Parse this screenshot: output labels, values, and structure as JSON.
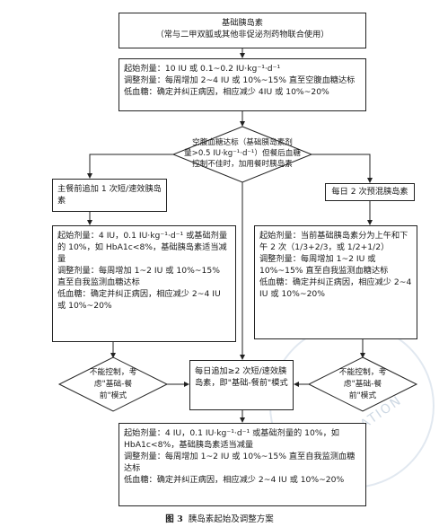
{
  "top_box": {
    "title": "基础胰岛素",
    "subtitle": "（常与二甲双胍或其他非促泌剂药物联合使用）"
  },
  "dose_box": {
    "lines": [
      "起始剂量：10 IU 或 0.1~0.2 IU·kg⁻¹·d⁻¹",
      "调整剂量：每周增加 2~4 IU 或 10%~15% 直至空腹血糖达标",
      "低血糖：确定并纠正病因，相应减少 4IU 或 10%~20%"
    ]
  },
  "decision_diamond": {
    "lines": [
      "空腹血糖达标（基础胰岛素剂",
      "量>0.5 IU·kg⁻¹·d⁻¹）但餐后血糖",
      "控制不佳时，加用餐时胰岛素"
    ]
  },
  "left_option": {
    "text": "主餐前追加 1 次短/速效胰岛素"
  },
  "right_option": {
    "text": "每日 2 次预混胰岛素"
  },
  "left_detail": {
    "lines": [
      "起始剂量：4 IU，0.1 IU·kg⁻¹·d⁻¹ 或基础剂量的 10%，如 HbA1c<8%，基础胰岛素适当减量",
      "调整剂量：每周增加 1~2 IU 或 10%~15% 直至自我监测血糖达标",
      "低血糖：确定并纠正病因，相应减少 2~4 IU 或 10%~20%"
    ]
  },
  "right_detail": {
    "lines": [
      "起始剂量：当前基础胰岛素分为上午和下午 2 次（1/3+2/3，或 1/2+1/2）",
      "调整剂量：每周增加 1~2 IU 或 10%~15% 直至自我监测血糖达标",
      "低血糖：确定并纠正病因，相应减少 2~4 IU 或 10%~20%"
    ]
  },
  "left_diamond": {
    "lines": [
      "不能控制，考",
      "虑\"基础-餐",
      "前\"模式"
    ]
  },
  "right_diamond": {
    "lines": [
      "不能控制，考",
      "虑\"基础-餐",
      "前\"模式"
    ]
  },
  "middle_box": {
    "text": "每日追加≥2 次短/速效胰岛素，即\"基础-餐前\"模式"
  },
  "bottom_box": {
    "lines": [
      "起始剂量：4 IU，0.1 IU·kg⁻¹·d⁻¹ 或基础剂量的 10%，如 HbA1c<8%，基础胰岛素适当减量",
      "调整剂量：每周增加 1~2 IU 或 10%~15% 直至自我监测血糖达标",
      "低血糖：确定并纠正病因，相应减少 2~4 IU 或 10%~20%"
    ]
  },
  "caption": {
    "label": "图 3",
    "text": "胰岛素起始及调整方案"
  }
}
